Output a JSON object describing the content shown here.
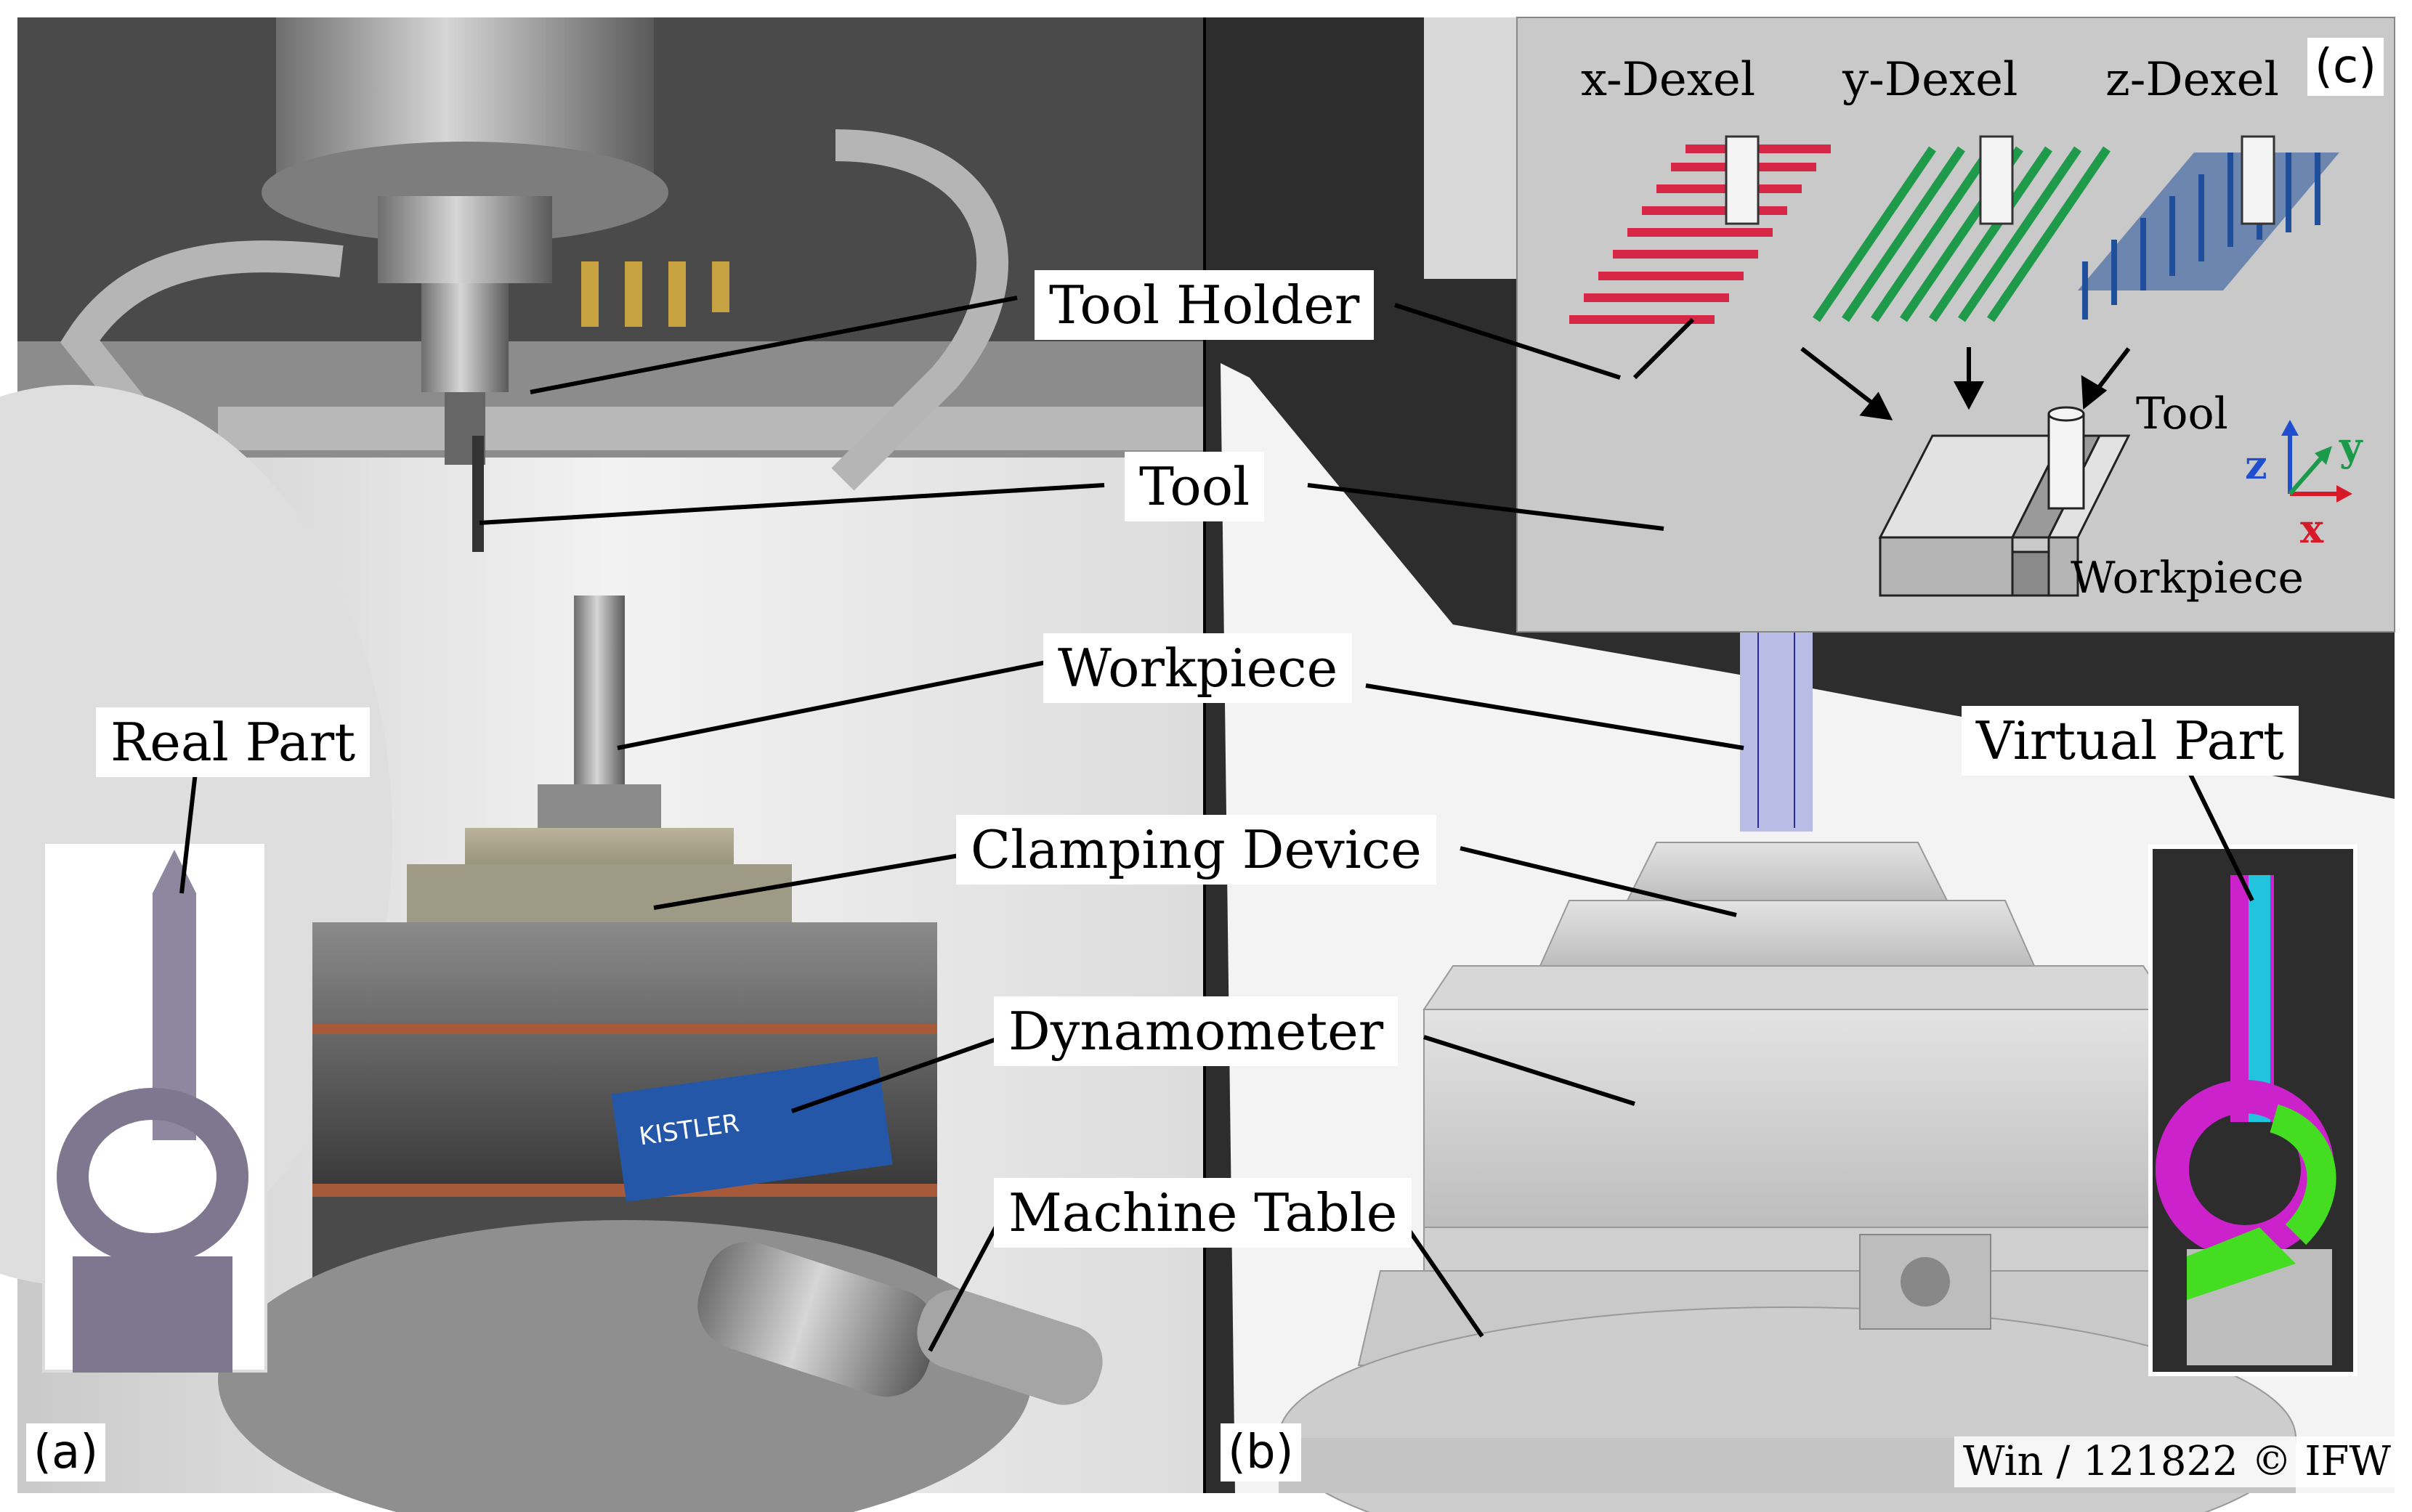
{
  "labels": {
    "tool_holder": "Tool Holder",
    "tool": "Tool",
    "workpiece": "Workpiece",
    "clamping_device": "Clamping Device",
    "dynamometer": "Dynamometer",
    "machine_table": "Machine Table",
    "real_part": "Real Part",
    "virtual_part": "Virtual Part"
  },
  "panels": {
    "a": "(a)",
    "b": "(b)",
    "c": "(c)"
  },
  "dexel": {
    "x_title": "x-Dexel",
    "y_title": "y-Dexel",
    "z_title": "z-Dexel",
    "tool_label": "Tool",
    "workpiece_label": "Workpiece",
    "axes": {
      "x": "x",
      "y": "y",
      "z": "z"
    }
  },
  "credit": "Win / 121822 © IFW",
  "colors": {
    "x_dexel": "#d62746",
    "y_dexel": "#1e9a4a",
    "z_dexel": "#1f4f9a",
    "tool_cyan": "#1aa3a3",
    "virtual_magenta": "#cc22cc",
    "virtual_green": "#44dd22",
    "virtual_cyan": "#22c4dd",
    "axis_blue": "#1f4fcf",
    "axis_green": "#1a9a4a",
    "axis_red": "#d61a2a"
  },
  "icons": [
    "kistler-nameplate",
    "axis-triad-icon"
  ]
}
